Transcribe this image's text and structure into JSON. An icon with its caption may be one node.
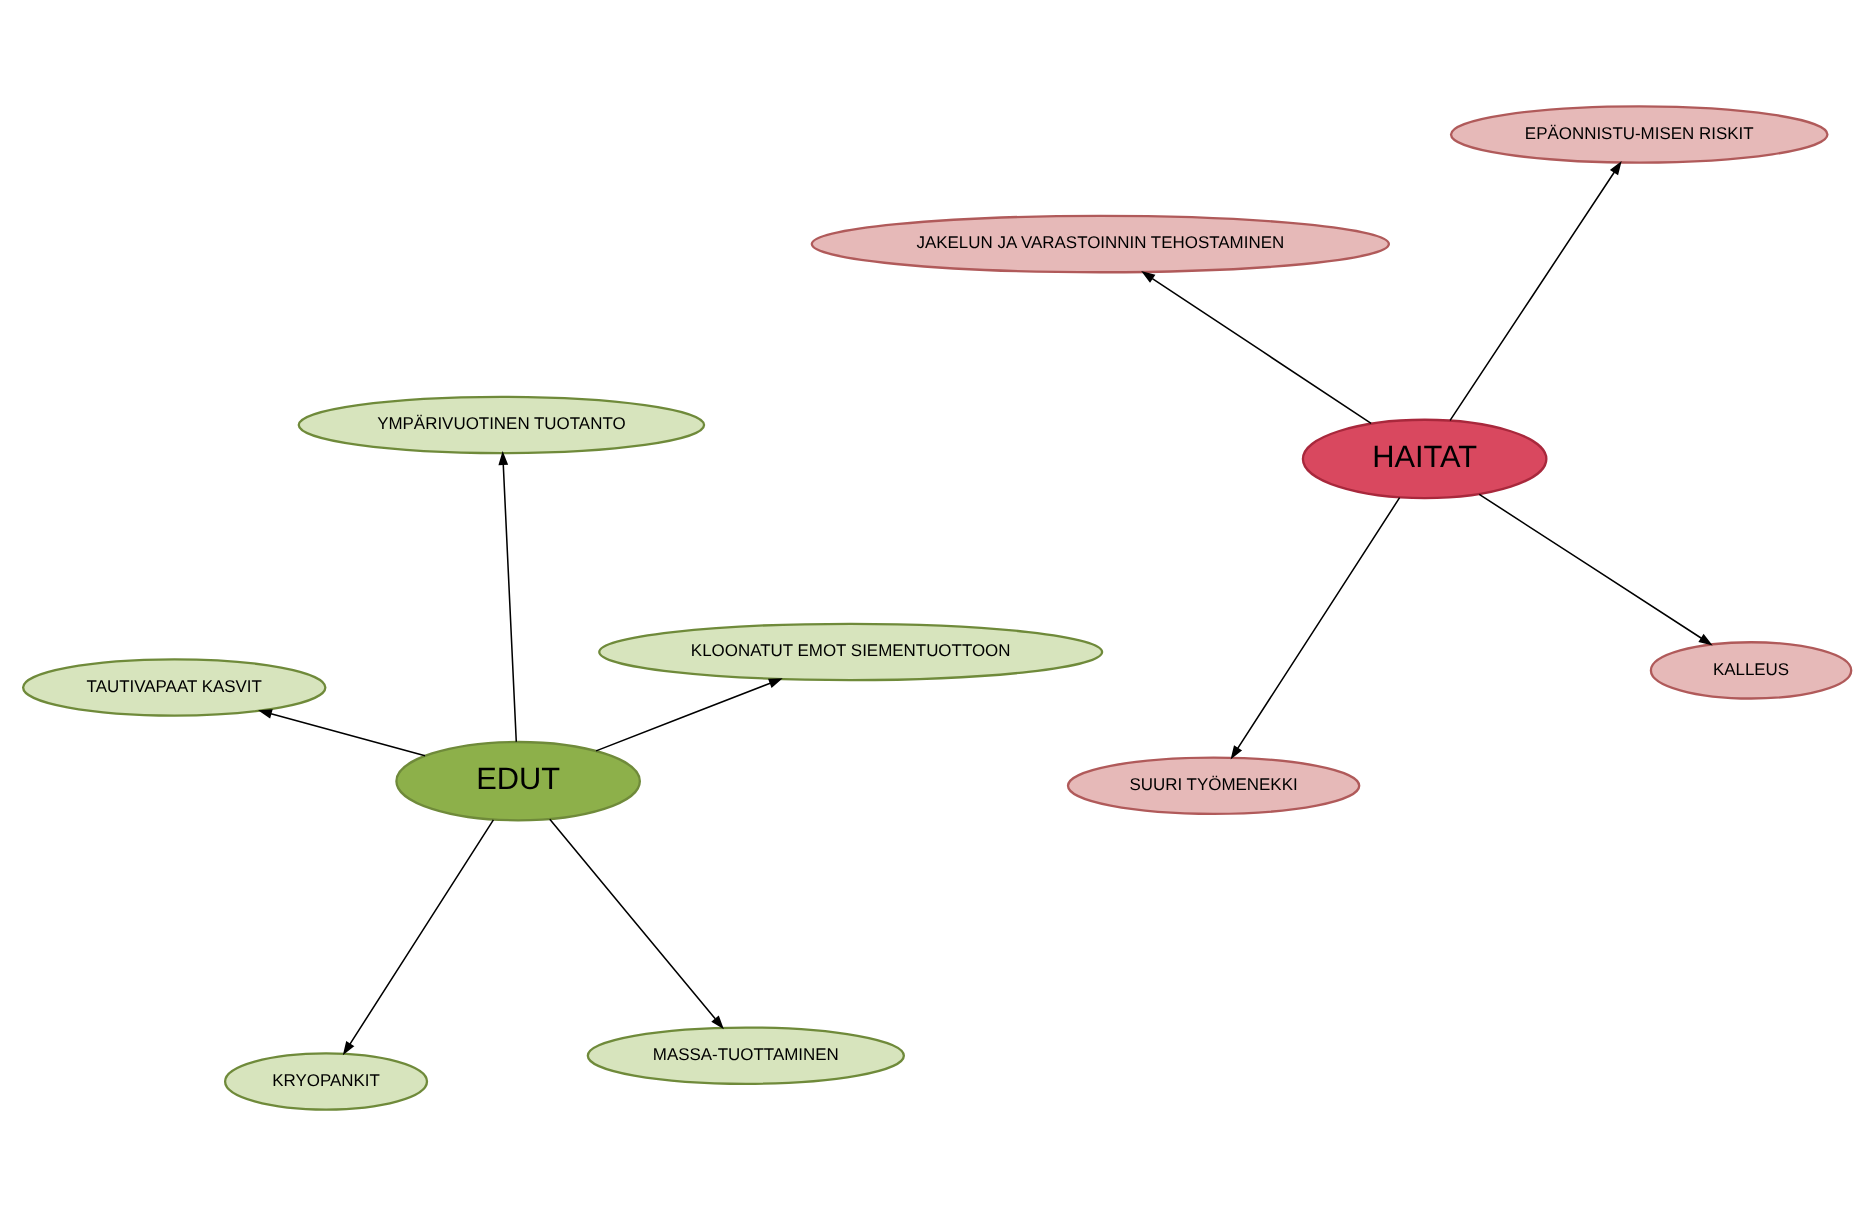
{
  "diagram": {
    "nodes": [
      {
        "text": [
          "EDUT"
        ]
      },
      {
        "text": [
          "MASSA-TUOTTAMINEN"
        ]
      },
      {
        "text": [
          "KRYOPANKIT"
        ]
      },
      {
        "text": [
          "TAUTIVAPAAT KASVIT"
        ]
      },
      {
        "text": [
          "KLOONATUT EMOT SIEMENTUOTTOON"
        ]
      },
      {
        "text": [
          "YMPÄRIVUOTINEN TUOTANTO"
        ]
      },
      {
        "text": [
          "HAITAT"
        ]
      },
      {
        "text": [
          "KALLEUS"
        ]
      },
      {
        "text": [
          "SUURI TYÖMENEKKI"
        ]
      },
      {
        "text": [
          "JAKELUN JA VARASTOINNIN TEHOSTAMINEN"
        ]
      },
      {
        "text": [
          "EPÄONNISTU-MISEN RISKIT"
        ]
      }
    ],
    "edges": [
      {
        "from": 0,
        "to": 1,
        "arrow": "to"
      },
      {
        "from": 0,
        "to": 2,
        "arrow": "to"
      },
      {
        "from": 0,
        "to": 3,
        "arrow": "to"
      },
      {
        "from": 0,
        "to": 4,
        "arrow": "to"
      },
      {
        "from": 0,
        "to": 5,
        "arrow": "to"
      },
      {
        "from": 6,
        "to": 7,
        "arrow": "to"
      },
      {
        "from": 6,
        "to": 8,
        "arrow": "to"
      },
      {
        "from": 6,
        "to": 9,
        "arrow": "to"
      },
      {
        "from": 6,
        "to": 10,
        "arrow": "to"
      }
    ]
  }
}
